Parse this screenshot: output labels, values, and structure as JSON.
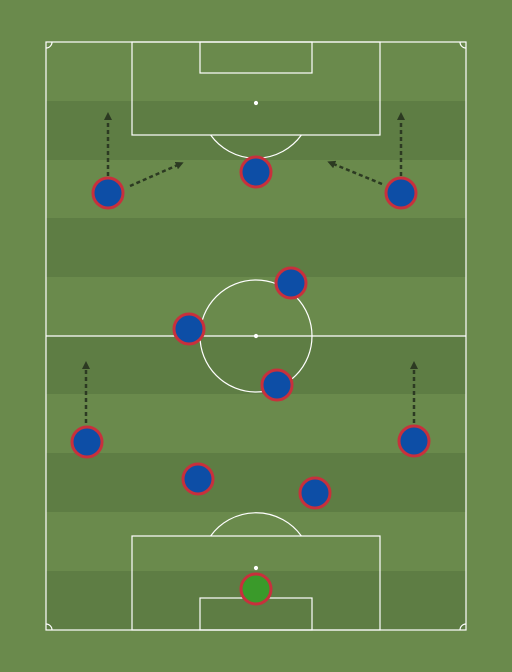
{
  "colors": {
    "background": "#6a8a4c",
    "stripe_dark": "#5e7d44",
    "stripe_light": "#6a8a4c",
    "line": "#ffffff",
    "arrow": "#2c3a22",
    "player_fill": "#0d4ea6",
    "player_ring": "#c8303c",
    "goalkeeper_fill": "#3a9a2a"
  },
  "players": [
    {
      "role": "goalkeeper",
      "icon": "goalkeeper-token"
    },
    {
      "role": "outfield",
      "icon": "player-token"
    },
    {
      "role": "outfield",
      "icon": "player-token"
    },
    {
      "role": "outfield",
      "icon": "player-token"
    },
    {
      "role": "outfield",
      "icon": "player-token"
    },
    {
      "role": "outfield",
      "icon": "player-token"
    },
    {
      "role": "outfield",
      "icon": "player-token"
    },
    {
      "role": "outfield",
      "icon": "player-token"
    },
    {
      "role": "outfield",
      "icon": "player-token"
    },
    {
      "role": "outfield",
      "icon": "player-token"
    },
    {
      "role": "outfield",
      "icon": "player-token"
    }
  ],
  "arrows": [
    {
      "style": "dashed",
      "icon": "movement-arrow"
    },
    {
      "style": "dashed",
      "icon": "movement-arrow"
    },
    {
      "style": "dashed",
      "icon": "movement-arrow"
    },
    {
      "style": "dashed",
      "icon": "movement-arrow"
    },
    {
      "style": "dashed",
      "icon": "movement-arrow"
    },
    {
      "style": "dashed",
      "icon": "movement-arrow"
    }
  ]
}
